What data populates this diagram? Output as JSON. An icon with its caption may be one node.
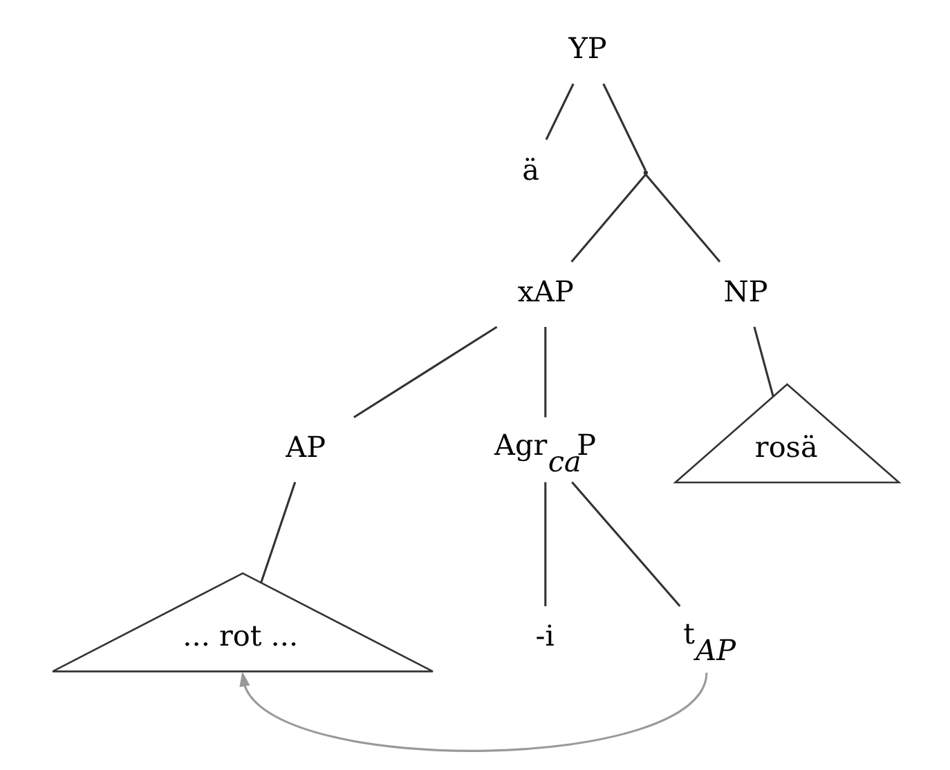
{
  "diagram": {
    "nodes": [
      {
        "text": [
          "YP"
        ]
      },
      {
        "text": [
          "ä"
        ]
      },
      {
        "text": [],
        "shape": "point"
      },
      {
        "text": [
          "xAP"
        ]
      },
      {
        "text": [
          "NP"
        ]
      },
      {
        "text": [
          "AP"
        ]
      },
      {
        "text": [
          "Agr$_{ca}$P"
        ]
      },
      {
        "text": [
          "rosä"
        ]
      },
      {
        "text": [
          "... rot ..."
        ]
      },
      {
        "text": [
          "-i"
        ]
      },
      {
        "text": [
          "t$_{AP}$"
        ]
      }
    ],
    "edges": [
      {
        "from": 0,
        "to": 1,
        "arrow": "none"
      },
      {
        "from": 0,
        "to": 2,
        "arrow": "none"
      },
      {
        "from": 2,
        "to": 3,
        "arrow": "none"
      },
      {
        "from": 2,
        "to": 4,
        "arrow": "none"
      },
      {
        "from": 3,
        "to": 5,
        "arrow": "none"
      },
      {
        "from": 3,
        "to": 6,
        "arrow": "none"
      },
      {
        "from": 4,
        "to": 7,
        "arrow": "none"
      },
      {
        "from": 5,
        "to": 8,
        "arrow": "none"
      },
      {
        "from": 6,
        "to": 9,
        "arrow": "none"
      },
      {
        "from": 6,
        "to": 10,
        "arrow": "none"
      },
      {
        "from": 10,
        "to": 8,
        "arrow": "to",
        "color": "#999999"
      }
    ]
  }
}
